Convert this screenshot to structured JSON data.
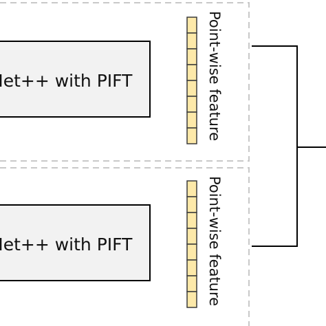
{
  "diagram": {
    "branches": [
      {
        "module_label": "Net++ with PIFT",
        "feature_label": "Point-wise feature",
        "feature_cells": 8
      },
      {
        "module_label": "Net++ with PIFT",
        "feature_label": "Point-wise feature",
        "feature_cells": 8
      }
    ],
    "colors": {
      "module_fill": "#f2f2f2",
      "module_stroke": "#000000",
      "feature_fill": "#fde9a9",
      "feature_stroke": "#3a3a3a",
      "dashed_border": "#c8c8c8",
      "connector": "#000000"
    }
  }
}
